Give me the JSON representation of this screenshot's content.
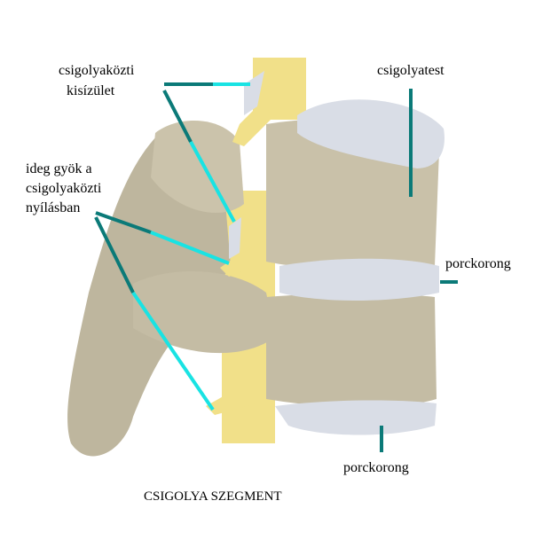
{
  "labels": {
    "facet_joint_line1": "csigolyaközti",
    "facet_joint_line2": "kisízület",
    "vertebral_body": "csigolyatest",
    "nerve_root_line1": "ideg gyök a",
    "nerve_root_line2": "csigolyaközti",
    "nerve_root_line3": "nyílásban",
    "disc_right": "porckorong",
    "disc_bottom": "porckorong"
  },
  "caption": "CSIGOLYA SZEGMENT",
  "colors": {
    "bone": "#c9c1a9",
    "disc": "#d9dde6",
    "nerve": "#f1e089",
    "leader_dark": "#0b7a78",
    "leader_light": "#19e3e3"
  }
}
